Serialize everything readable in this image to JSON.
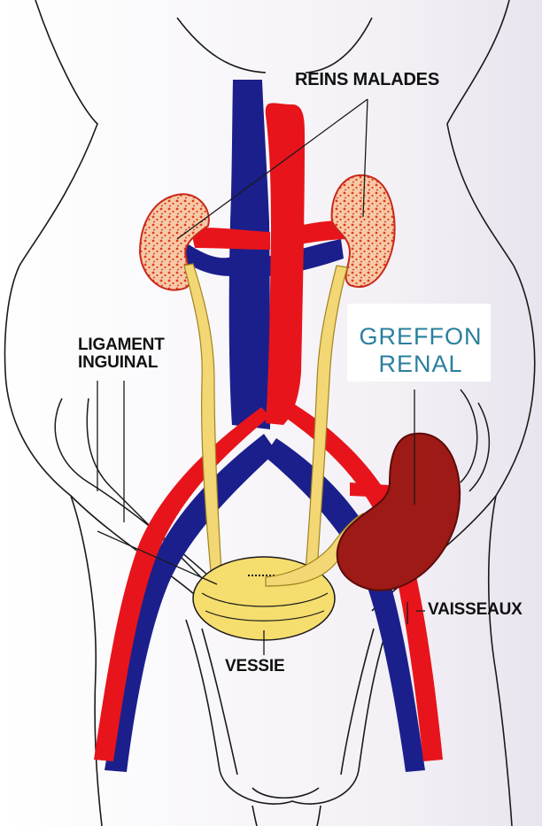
{
  "labels": {
    "reins_malades": "REINS MALADES",
    "ligament_line1": "LIGAMENT",
    "ligament_line2": "INGUINAL",
    "greffon_line1": "GREFFON",
    "greffon_line2": "RENAL",
    "vaisseaux": "VAISSEAUX",
    "vessie": "VESSIE"
  },
  "colors": {
    "artery": "#e8141b",
    "vein": "#1b1f8c",
    "ureter": "#f2d774",
    "bladder": "#f5dd6e",
    "kidney_diseased": "#f7c9a6",
    "kidney_spots": "#e23a17",
    "graft": "#9d1a16",
    "outline": "#1a1a1a",
    "greffon_text": "#2a7f9e"
  }
}
